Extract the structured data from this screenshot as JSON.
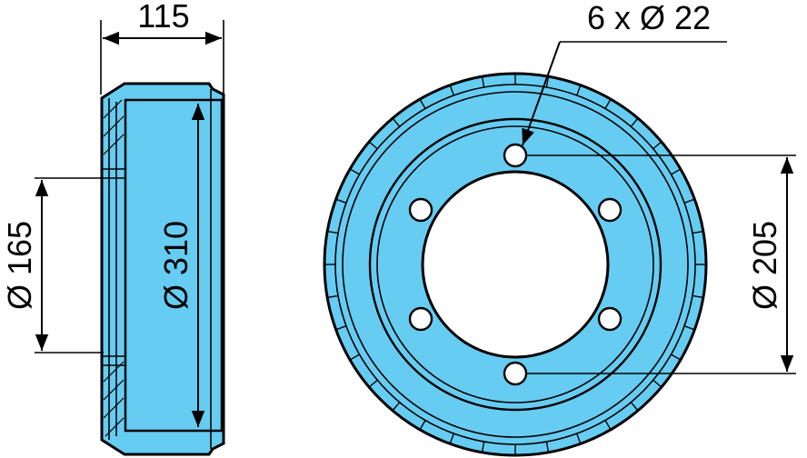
{
  "colors": {
    "part_fill": "#66ccf2",
    "outline": "#000000",
    "background": "#ffffff"
  },
  "dimensions": {
    "width": "115",
    "drum_diameter": "Ø 310",
    "hub_diameter": "Ø 165",
    "bolt_circle": "Ø 205",
    "bolt_holes": "6 x Ø 22"
  }
}
